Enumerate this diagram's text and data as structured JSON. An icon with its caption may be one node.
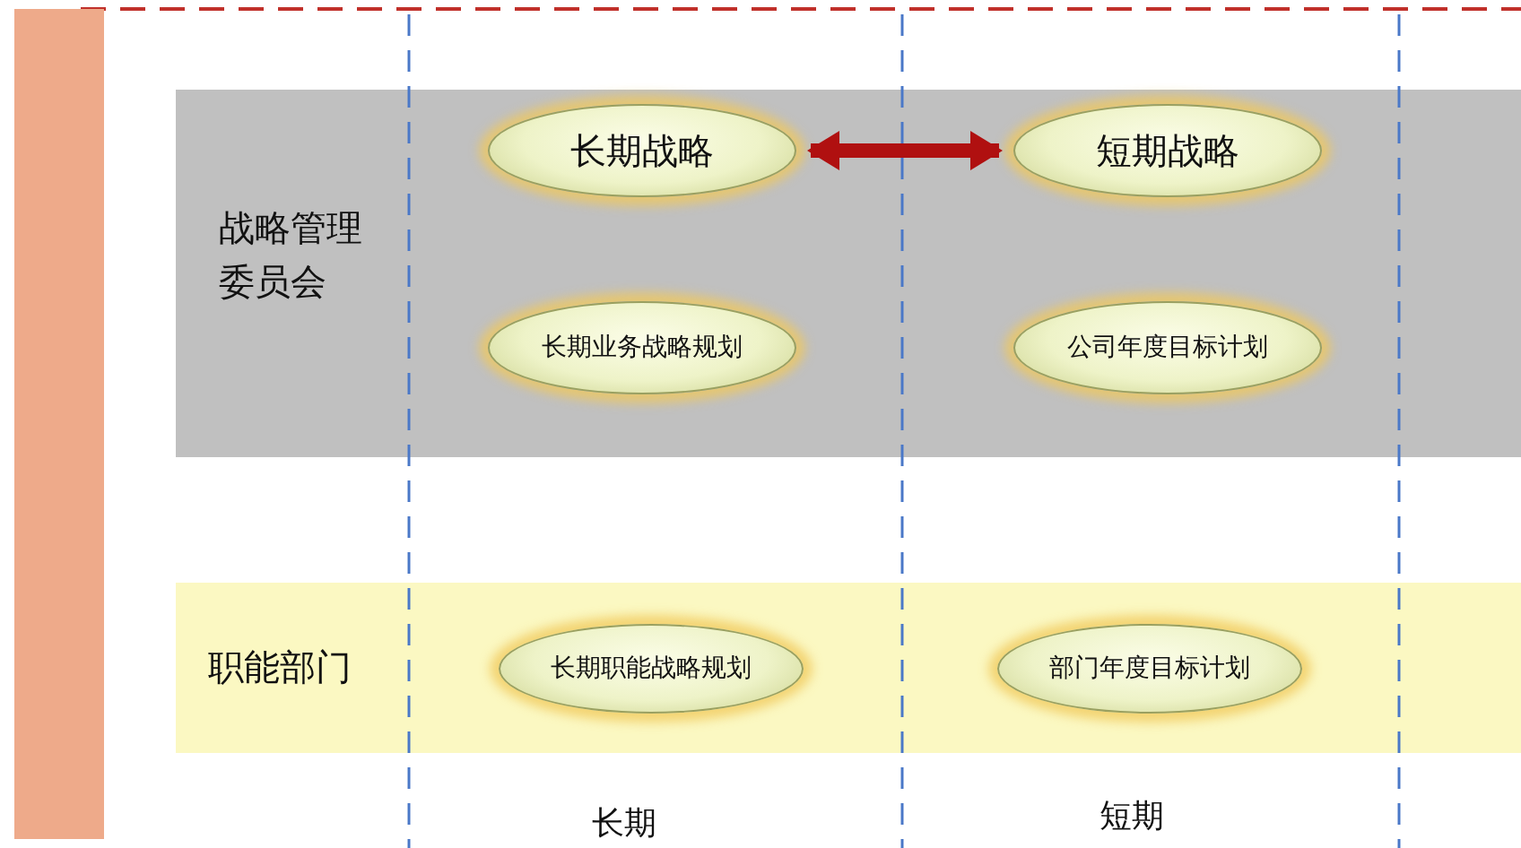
{
  "diagram": {
    "nodes": [
      {
        "text": [
          "战略管理委员会"
        ]
      },
      {
        "text": [
          "长期战略"
        ],
        "in": 0
      },
      {
        "text": [
          "短期战略"
        ],
        "in": 0
      },
      {
        "text": [
          "长期业务战略规划"
        ],
        "in": 0
      },
      {
        "text": [
          "公司年度目标计划"
        ],
        "in": 0
      },
      {
        "text": [
          "职能部门"
        ]
      },
      {
        "text": [
          "长期职能战略规划"
        ],
        "in": 5
      },
      {
        "text": [
          "部门年度目标计划"
        ],
        "in": 5
      },
      {
        "text": [],
        "shape": "bar"
      }
    ],
    "edges": [
      {
        "from": 1,
        "to": 2,
        "arrow": "both"
      }
    ],
    "labels": [
      "长期",
      "短期"
    ]
  }
}
